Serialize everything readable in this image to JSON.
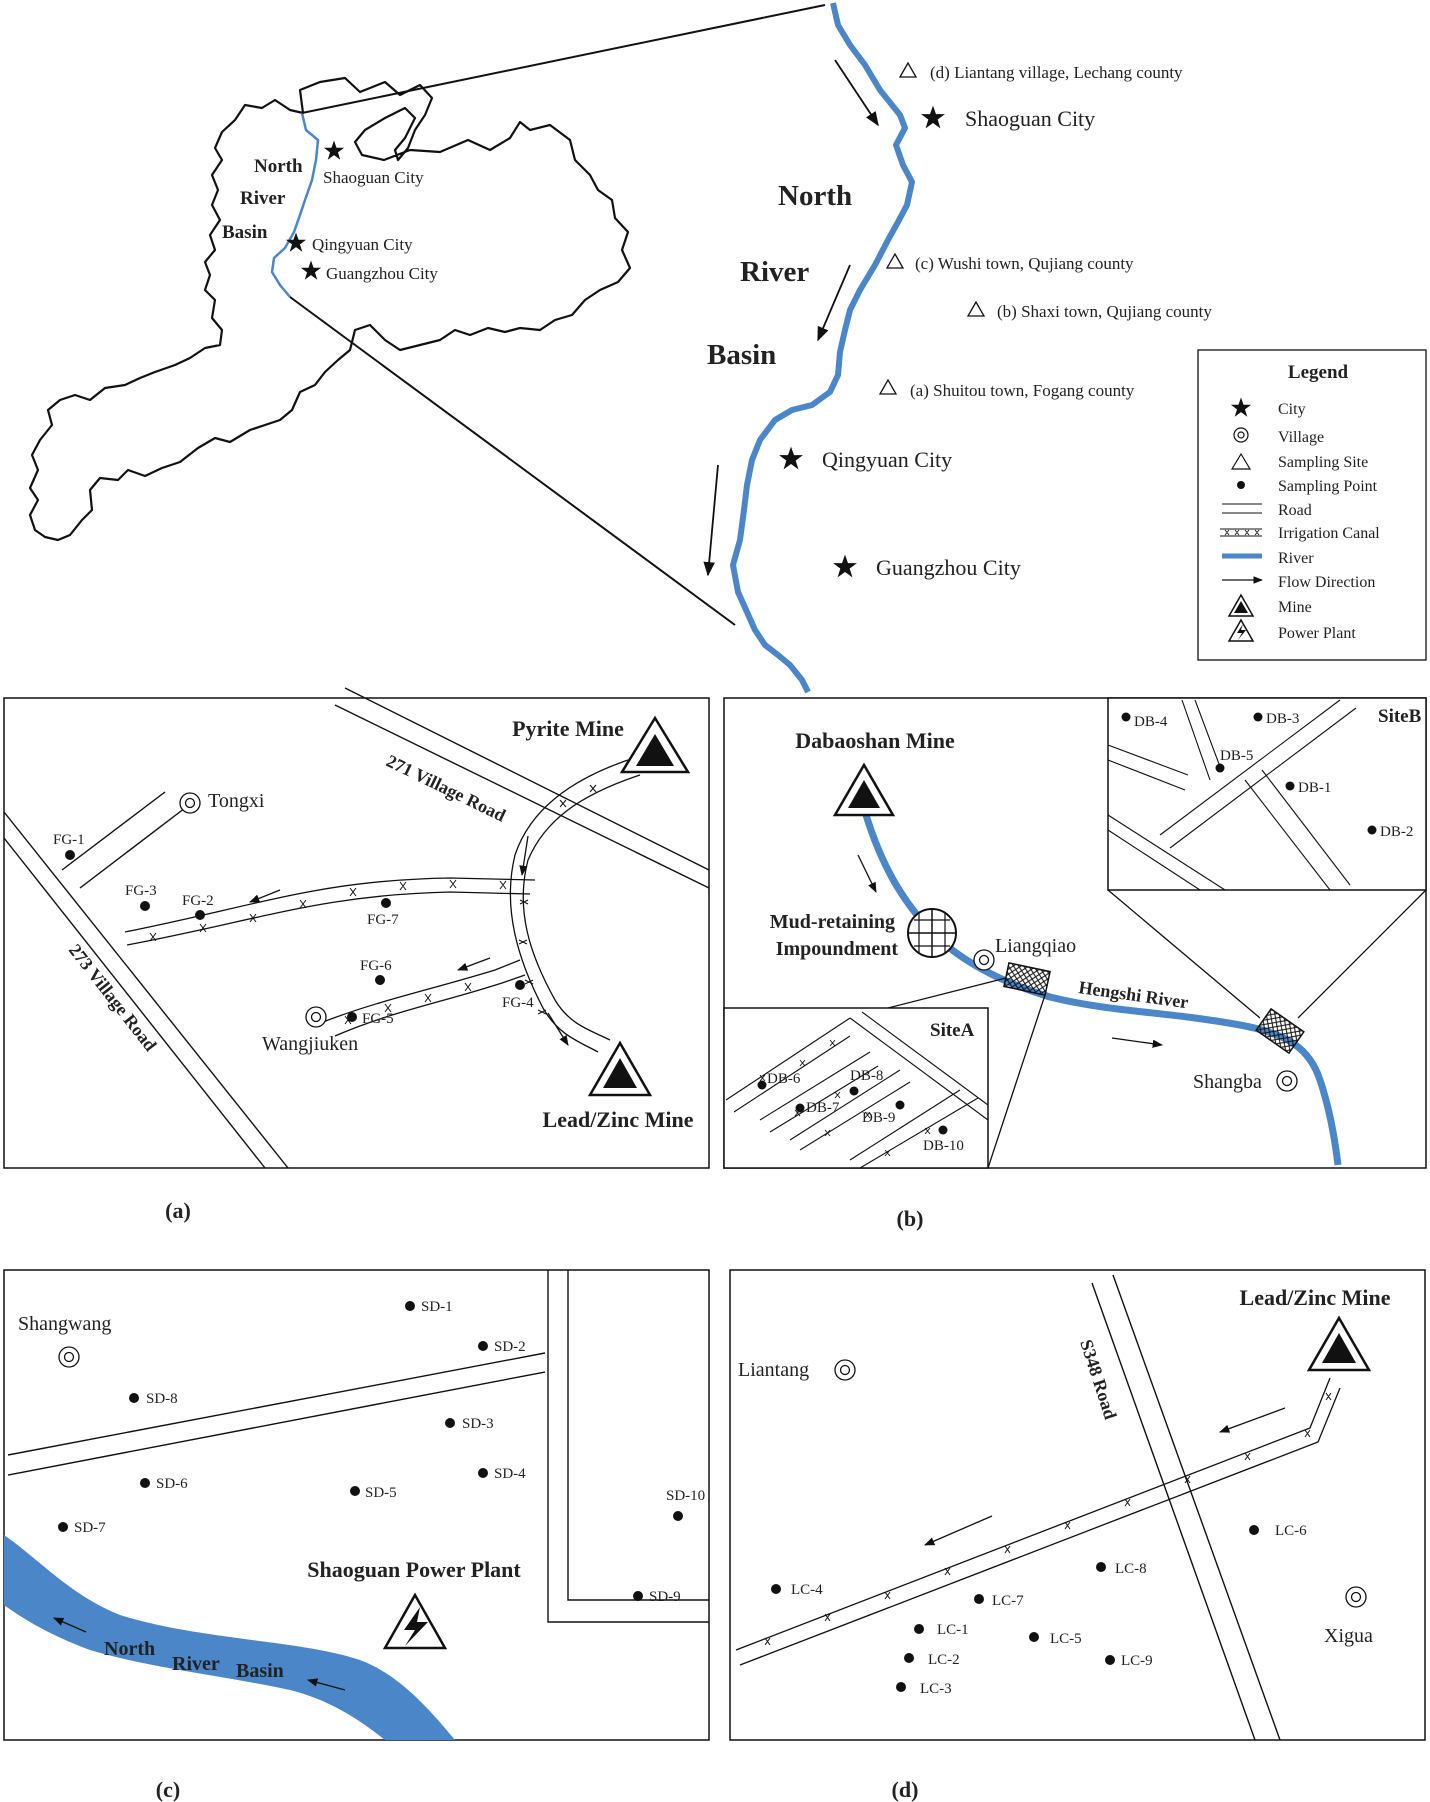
{
  "overview": {
    "basin_label": [
      "North",
      "River",
      "Basin"
    ],
    "cities": [
      "Shaoguan City",
      "Qingyuan City",
      "Guangzhou City"
    ]
  },
  "detail": {
    "basin_label": [
      "North",
      "River",
      "Basin"
    ],
    "sites": [
      "(d) Liantang village, Lechang county",
      "(c) Wushi town, Qujiang county",
      "(b) Shaxi town, Qujiang county",
      "(a) Shuitou town, Fogang county"
    ],
    "cities": [
      "Shaoguan City",
      "Qingyuan City",
      "Guangzhou City"
    ]
  },
  "legend": {
    "title": "Legend",
    "items": [
      "City",
      "Village",
      "Sampling Site",
      "Sampling Point",
      "Road",
      "Irrigation Canal",
      "River",
      "Flow Direction",
      "Mine",
      "Power Plant"
    ],
    "colors": {
      "river": "#4a86c8",
      "ink": "#111111"
    }
  },
  "panel_a": {
    "caption": "(a)",
    "mines": [
      "Pyrite Mine",
      "Lead/Zinc Mine"
    ],
    "roads": [
      "271 Village Road",
      "273 Village Road"
    ],
    "villages": [
      "Tongxi",
      "Wangjiuken"
    ],
    "points": [
      "FG-1",
      "FG-2",
      "FG-3",
      "FG-4",
      "FG-5",
      "FG-6",
      "FG-7"
    ]
  },
  "panel_b": {
    "caption": "(b)",
    "mine": "Dabaoshan Mine",
    "impoundment": [
      "Mud-retaining",
      "Impoundment"
    ],
    "villages": [
      "Liangqiao",
      "Shangba"
    ],
    "river": "Hengshi River",
    "siteA": "SiteA",
    "siteB": "SiteB",
    "pointsA": [
      "DB-6",
      "DB-7",
      "DB-8",
      "DB-9",
      "DB-10"
    ],
    "pointsB": [
      "DB-4",
      "DB-3",
      "DB-5",
      "DB-1",
      "DB-2"
    ]
  },
  "panel_c": {
    "caption": "(c)",
    "village": "Shangwang",
    "plant": "Shaoguan Power Plant",
    "river": [
      "North",
      "River",
      "Basin"
    ],
    "points": [
      "SD-1",
      "SD-2",
      "SD-3",
      "SD-4",
      "SD-5",
      "SD-6",
      "SD-7",
      "SD-8",
      "SD-9",
      "SD-10"
    ]
  },
  "panel_d": {
    "caption": "(d)",
    "mine": "Lead/Zinc Mine",
    "road": "S348 Road",
    "villages": [
      "Liantang",
      "Xigua"
    ],
    "points": [
      "LC-1",
      "LC-2",
      "LC-3",
      "LC-4",
      "LC-5",
      "LC-6",
      "LC-7",
      "LC-8",
      "LC-9"
    ]
  }
}
